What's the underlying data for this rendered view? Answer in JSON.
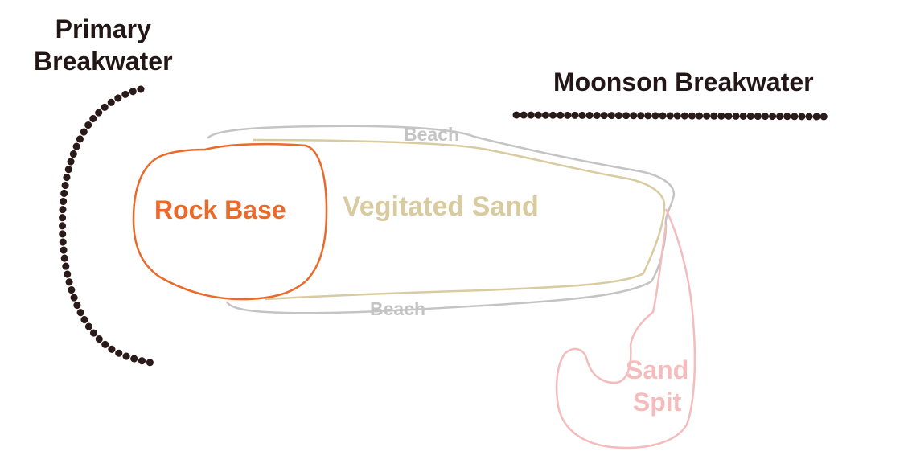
{
  "labels": {
    "primary_breakwater_line1": "Primary",
    "primary_breakwater_line2": "Breakwater",
    "monsoon_breakwater": "Moonson Breakwater",
    "rock_base": "Rock Base",
    "vegetated_sand": "Vegitated Sand",
    "beach_top": "Beach",
    "beach_bottom": "Beach",
    "sand_spit_line1": "Sand",
    "sand_spit_line2": "Spit"
  },
  "colors": {
    "breakwater": "#2b1a1a",
    "label_dark": "#231616",
    "rock_base": "#ea6a2a",
    "vegetated_sand": "#d8cba0",
    "beach": "#c4c4c4",
    "sand_spit": "#f4bcbc"
  }
}
